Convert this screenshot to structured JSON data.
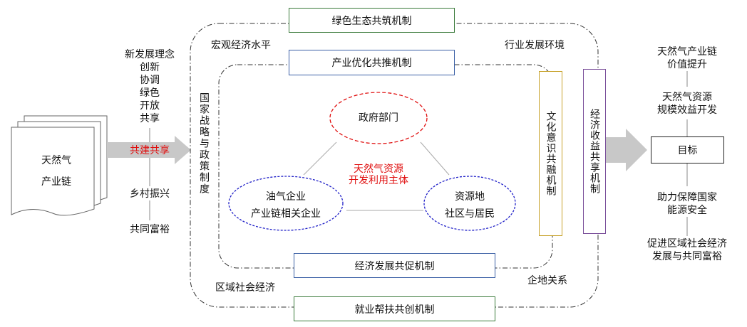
{
  "left": {
    "document_lines": [
      "天然气",
      "产业链"
    ],
    "concepts": [
      "新发展理念",
      "创新",
      "协调",
      "绿色",
      "开放",
      "共享"
    ],
    "arrow_label": "共建共享",
    "bottom_items": [
      "乡村振兴",
      "共同富裕"
    ]
  },
  "mechanisms": {
    "top_outer": "绿色生态共筑机制",
    "top_inner": "产业优化共推机制",
    "bottom_inner": "经济发展共促机制",
    "bottom_outer": "就业帮扶共创机制",
    "culture_vertical": "文化意识共融机制",
    "economic_vertical": "经济收益共享机制"
  },
  "corner_labels": {
    "top_left": "宏观经济水平",
    "top_right": "行业发展环境",
    "bottom_left": "区域社会经济",
    "bottom_right": "企地关系"
  },
  "policy_vertical": "国家战略与政策制度",
  "center": {
    "government": "政府部门",
    "subject_lines": [
      "天然气资源",
      "开发利用主体"
    ],
    "enterprise_lines": [
      "油气企业",
      "产业链相关企业"
    ],
    "community_lines": [
      "资源地",
      "社区与居民"
    ]
  },
  "right": {
    "goal": "目标",
    "top1_lines": [
      "天然气产业链",
      "价值提升"
    ],
    "top2_lines": [
      "天然气资源",
      "规模效益开发"
    ],
    "bottom1_lines": [
      "助力保障国家",
      "能源安全"
    ],
    "bottom2_lines": [
      "促进区域社会经济",
      "发展与共同富裕"
    ]
  },
  "colors": {
    "green_border": "#3a7a3a",
    "blue_border": "#3a5fa5",
    "gold_border": "#c7a22a",
    "purple_border": "#7a4f9a",
    "red_text": "#e01010",
    "arrow_gray": "#c8c8c8"
  }
}
